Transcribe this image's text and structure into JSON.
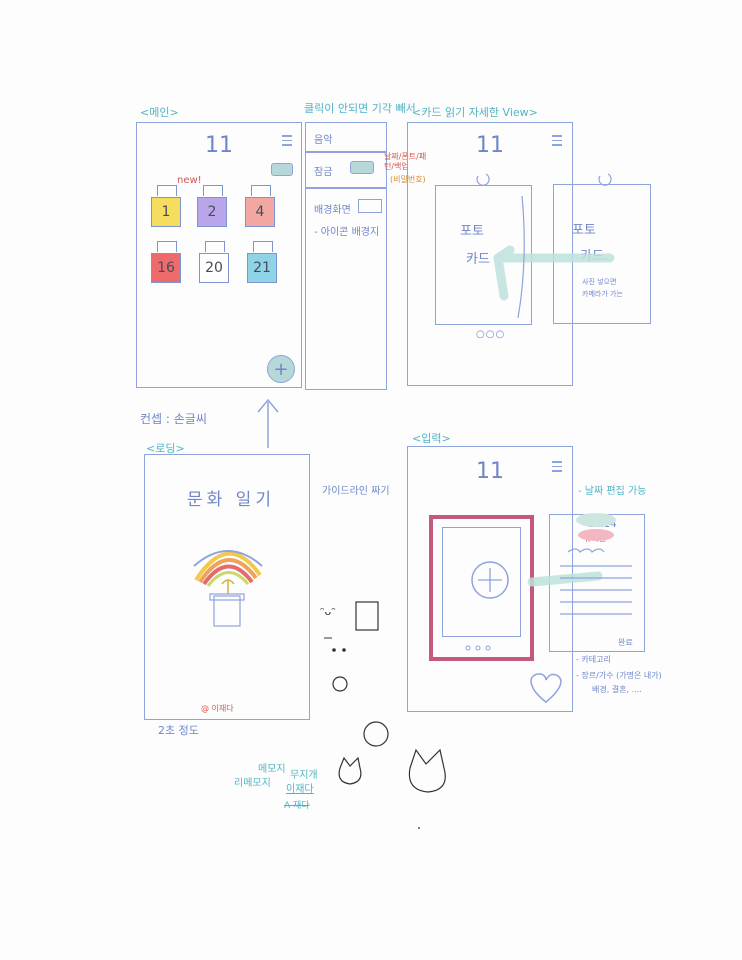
{
  "main": {
    "label": "<메인>",
    "month": "11",
    "new_badge": "new!",
    "dates": [
      "1",
      "2",
      "4",
      "16",
      "20",
      "21"
    ],
    "tile_colors": [
      "#f5de5f",
      "#b9a6ea",
      "#f3a7a2",
      "#ee6b6b",
      "#ffffff",
      "#8fd3e6"
    ],
    "add_icon": "plus-icon",
    "menu_icon": "hamburger-icon"
  },
  "drawer": {
    "label": "클릭이 안되면 기각 빼서",
    "items": [
      "음악",
      "잠금",
      "배경화면",
      "- 아이콘 배경지"
    ],
    "note_red": "날짜/폰트/패턴/백업",
    "note_orange": "(비밀번호)"
  },
  "detail": {
    "label": "<카드 읽기 자세한 View>",
    "month": "11",
    "card_front": [
      "포토",
      "카드"
    ],
    "card_back": [
      "포토",
      "카드."
    ],
    "card_note": [
      "사진 넣으면",
      "카메라가 가는"
    ],
    "dots": "○○○"
  },
  "concept": "컨셉 : 손글씨",
  "splash": {
    "label": "<로딩>",
    "title": "문화 일기",
    "credit": "@ 이재다",
    "duration": "2초 정도"
  },
  "guideline": "가이드라인 짜기",
  "write": {
    "label": "<입력>",
    "month": "11",
    "note_date_edit": "- 날짜 편집 가능",
    "card_date": "11.14",
    "card_tag": "뮤지컬",
    "signature": "완료",
    "notes": [
      "- 카테고리",
      "- 장르/가수 (가명은 내가)",
      "배경, 결혼, ...."
    ]
  },
  "doodle": {
    "memo": "메모지",
    "list": "리메모지",
    "brand": "무지개",
    "underlined": "이재다",
    "crossed": "A 재다"
  },
  "colors": {
    "frame": "#8fa4dc",
    "teal": "#4fb5c4",
    "red": "#d6554f",
    "pink": "#c35a79"
  }
}
